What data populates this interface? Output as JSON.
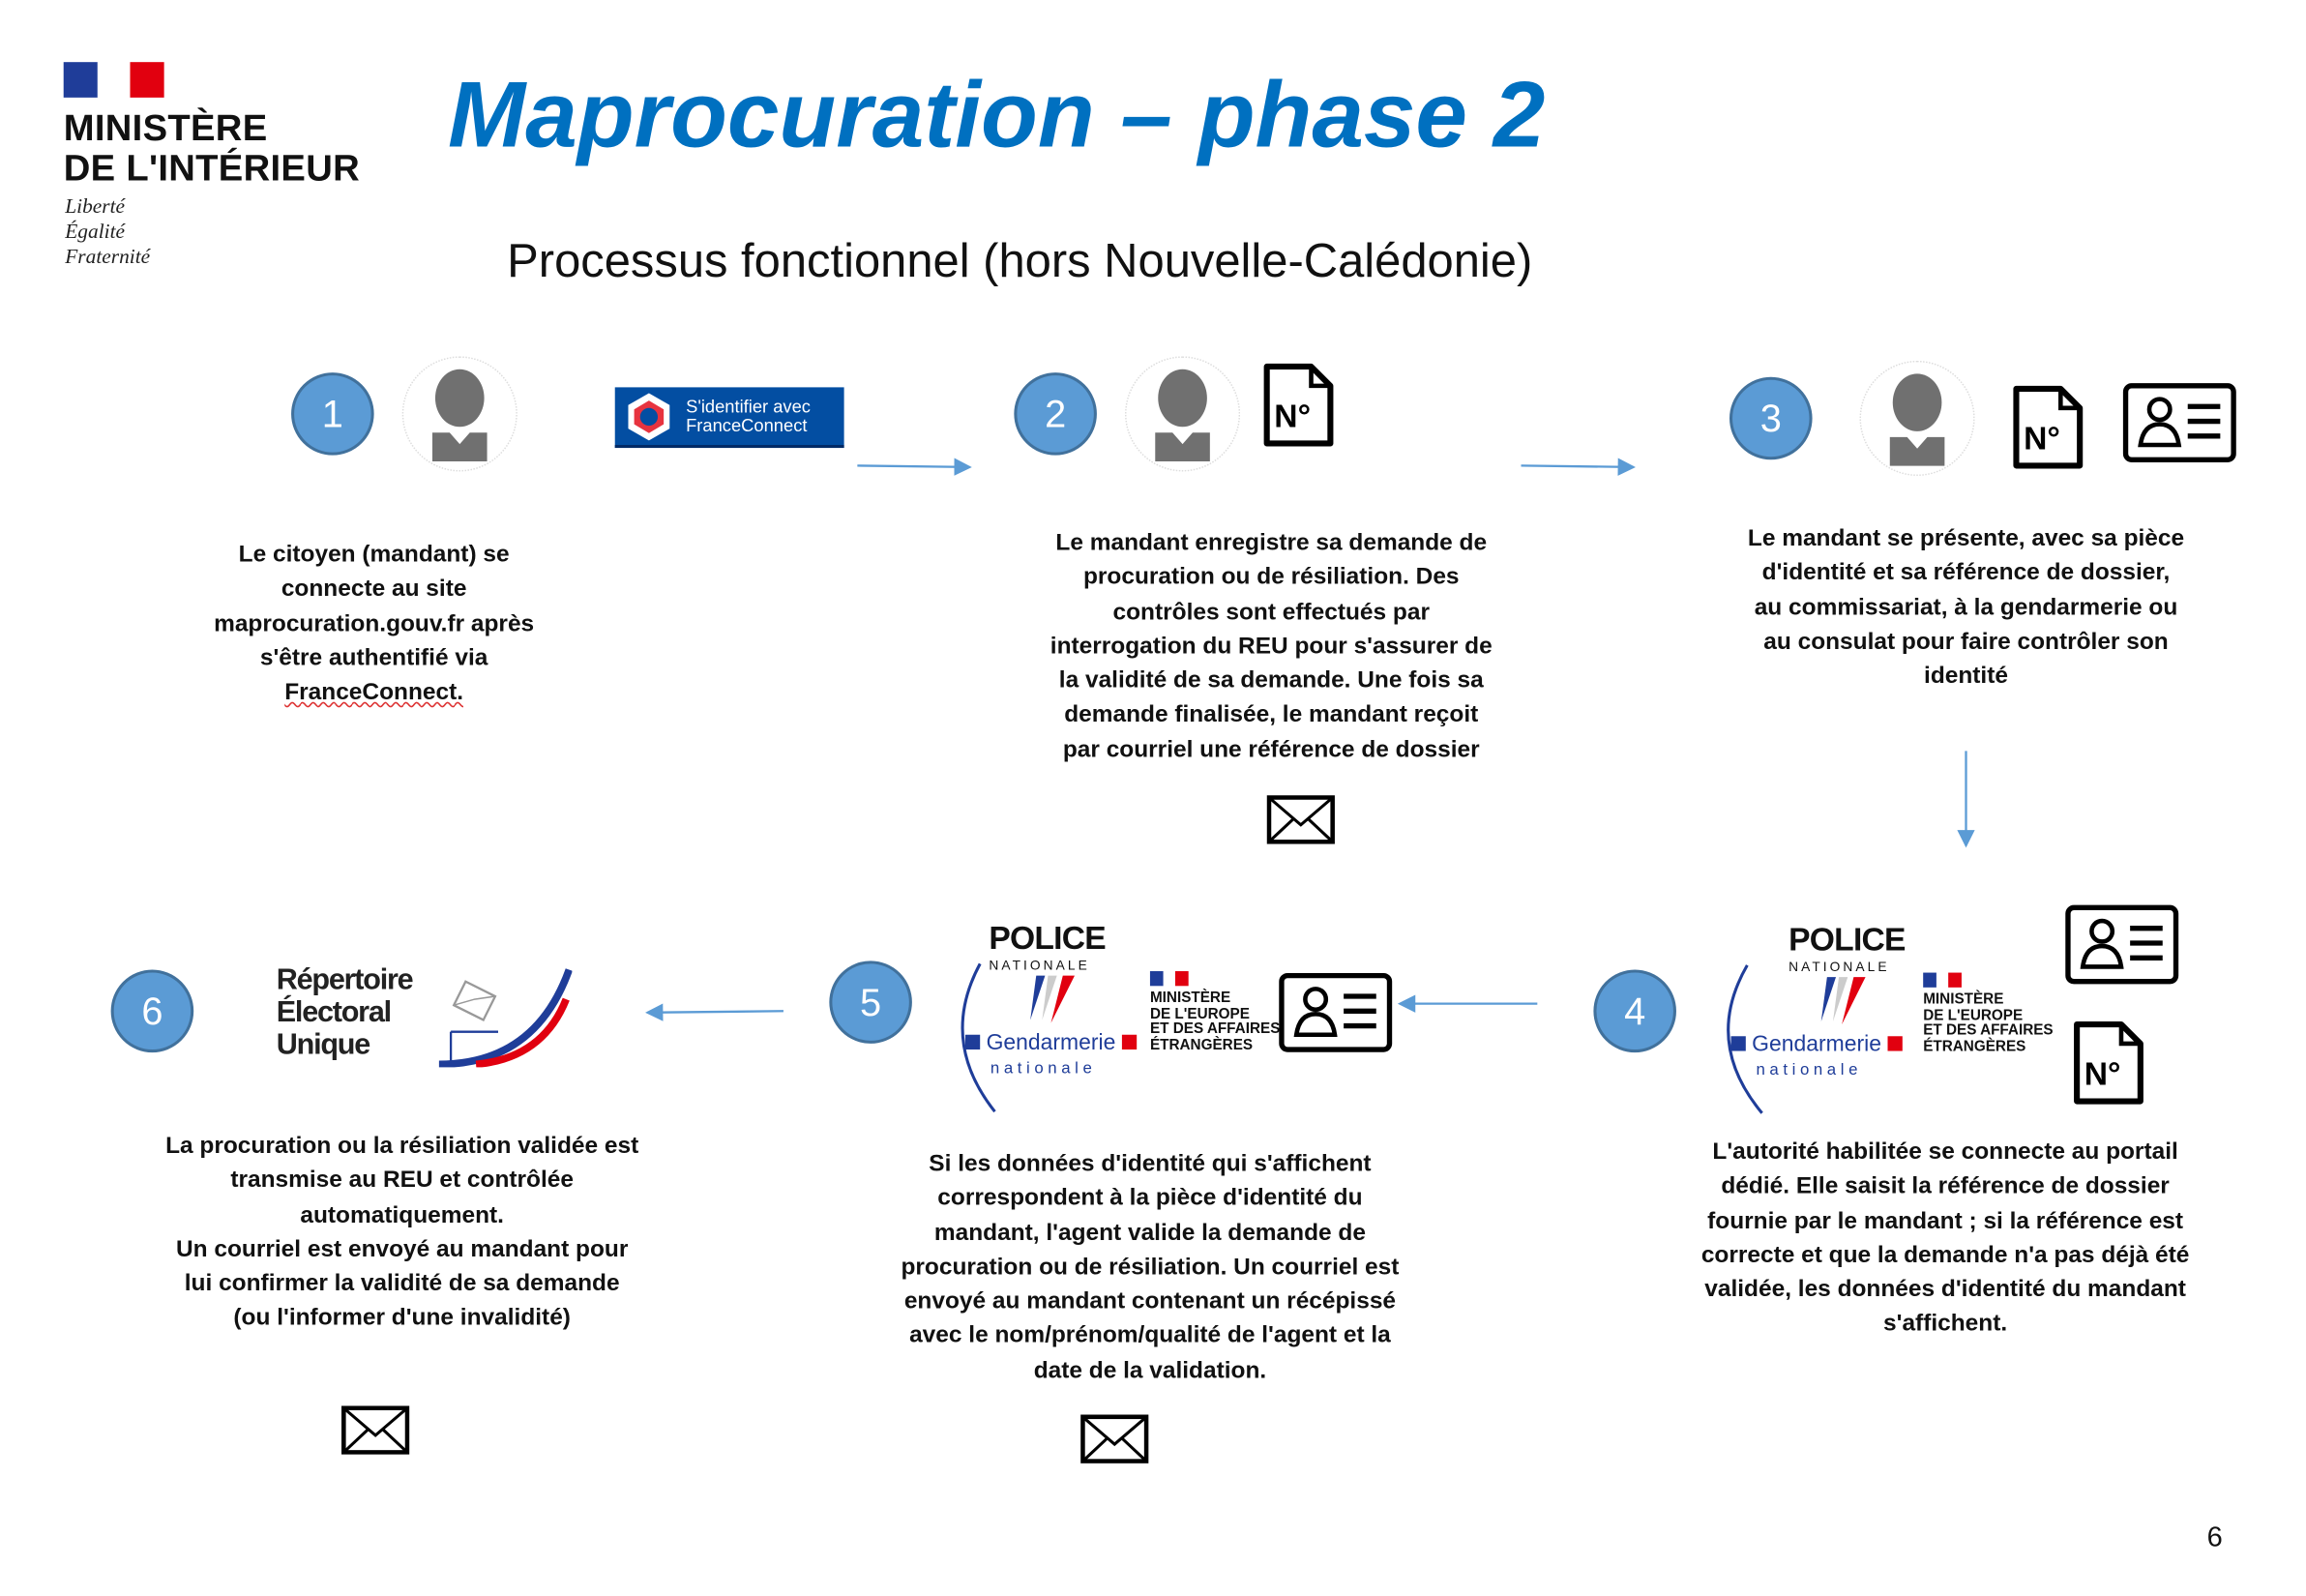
{
  "header": {
    "ministry_line1": "MINISTÈRE",
    "ministry_line2": "DE L'INTÉRIEUR",
    "motto": [
      "Liberté",
      "Égalité",
      "Fraternité"
    ],
    "title": "Maprocuration – phase 2",
    "subtitle": "Processus fonctionnel (hors Nouvelle-Calédonie)"
  },
  "colors": {
    "title": "#0070C0",
    "step_circle": "#5B9BD5",
    "arrow": "#5B9BD5",
    "franceconnect": "#034EA2"
  },
  "franceconnect_button": {
    "line1": "S'identifier avec",
    "line2": "FranceConnect"
  },
  "logos": {
    "police": "POLICE",
    "police_sub": "NATIONALE",
    "gendarmerie": "Gendarmerie",
    "gendarmerie_sub": "nationale",
    "meae": [
      "MINISTÈRE",
      "DE L'EUROPE",
      "ET DES AFFAIRES",
      "ÉTRANGÈRES"
    ],
    "reu": [
      "Répertoire",
      "Électoral",
      "Unique"
    ]
  },
  "steps": [
    {
      "number": "1",
      "text": [
        "Le citoyen (mandant) se",
        "connecte au site",
        "maprocuration.gouv.fr après",
        "s'être authentifié via",
        "FranceConnect."
      ]
    },
    {
      "number": "2",
      "text": [
        "Le mandant enregistre sa demande de",
        "procuration ou de résiliation. Des",
        "contrôles sont effectués par",
        "interrogation du REU pour s'assurer de",
        "la validité de sa demande. Une fois sa",
        "demande finalisée, le mandant reçoit",
        "par courriel une référence de dossier"
      ]
    },
    {
      "number": "3",
      "text": [
        "Le mandant se présente, avec sa pièce",
        "d'identité et sa référence de dossier,",
        "au commissariat, à la gendarmerie ou",
        "au consulat pour faire contrôler son",
        "identité"
      ]
    },
    {
      "number": "4",
      "text": [
        "L'autorité habilitée se connecte au portail",
        "dédié. Elle saisit la référence de dossier",
        "fournie par le mandant ; si la référence est",
        "correcte et que la demande n'a pas déjà été",
        "validée, les données d'identité du mandant",
        "s'affichent."
      ]
    },
    {
      "number": "5",
      "text": [
        "Si les données d'identité qui s'affichent",
        "correspondent à la pièce d'identité du",
        "mandant, l'agent valide la demande de",
        "procuration ou de résiliation. Un courriel est",
        "envoyé au mandant contenant un récépissé",
        "avec le nom/prénom/qualité de l'agent et la",
        "date de la validation."
      ]
    },
    {
      "number": "6",
      "text": [
        "La procuration ou la résiliation validée est",
        "transmise au REU et contrôlée",
        "automatiquement.",
        "Un courriel est envoyé au mandant pour",
        "lui confirmer la validité de sa demande",
        "(ou l'informer d'une invalidité)"
      ]
    }
  ],
  "doc_icon_label": "N°",
  "page_number": "6"
}
